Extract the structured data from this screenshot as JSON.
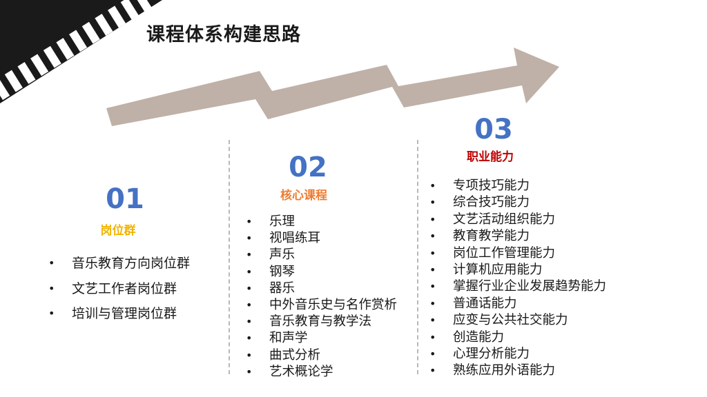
{
  "title": "课程体系构建思路",
  "colors": {
    "number": "#4472c4",
    "col1_label": "#f0b400",
    "col2_label": "#ed7d31",
    "col3_label": "#c00000",
    "arrow": "#bfb1a8"
  },
  "columns": [
    {
      "number": "01",
      "label": "岗位群",
      "items": [
        "音乐教育方向岗位群",
        "文艺工作者岗位群",
        "培训与管理岗位群"
      ]
    },
    {
      "number": "02",
      "label": "核心课程",
      "items": [
        "乐理",
        "视唱练耳",
        "声乐",
        "钢琴",
        "器乐",
        "中外音乐史与名作赏析",
        "音乐教育与教学法",
        "和声学",
        "曲式分析",
        "艺术概论学"
      ]
    },
    {
      "number": "03",
      "label": "职业能力",
      "items": [
        "专项技巧能力",
        "综合技巧能力",
        "文艺活动组织能力",
        "教育教学能力",
        "岗位工作管理能力",
        "计算机应用能力",
        "掌握行业企业发展趋势能力",
        "普通话能力",
        "应变与公共社交能力",
        "创造能力",
        "心理分析能力",
        "熟练应用外语能力"
      ]
    }
  ]
}
